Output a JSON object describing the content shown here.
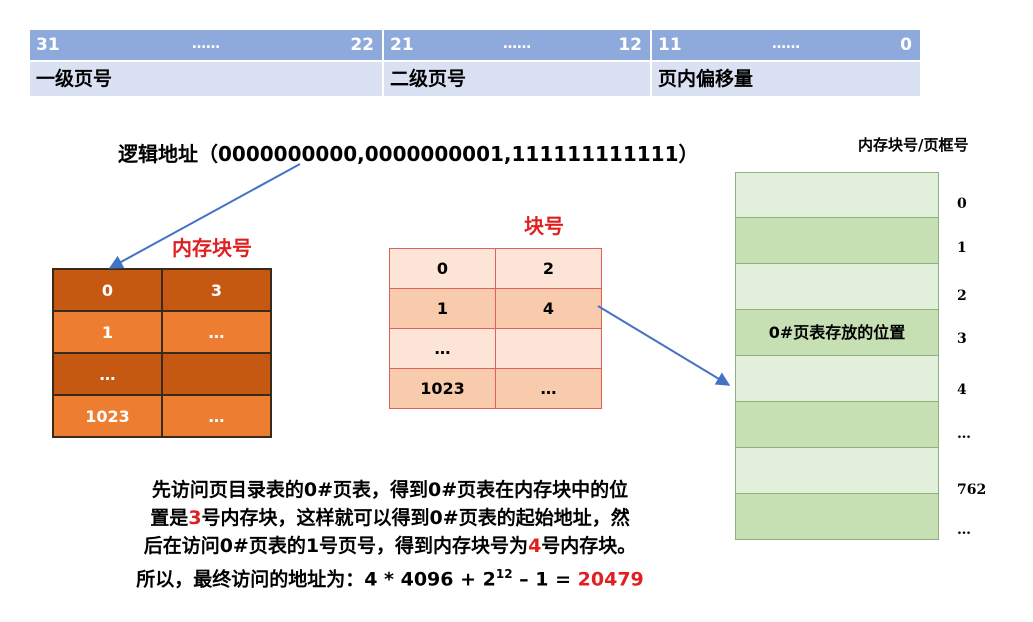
{
  "bit_fields": [
    {
      "hi": "31",
      "dots": "……",
      "lo": "22",
      "label": "一级页号"
    },
    {
      "hi": "21",
      "dots": "……",
      "lo": "12",
      "label": "二级页号"
    },
    {
      "hi": "11",
      "dots": "……",
      "lo": "0",
      "label": "页内偏移量"
    }
  ],
  "logical_address": "逻辑地址（0000000000,0000000001,111111111111）",
  "mem_header": "内存块号/页框号",
  "left_table": {
    "title": "内存块号",
    "rows": [
      [
        "0",
        "3"
      ],
      [
        "1",
        "…"
      ],
      [
        "…",
        ""
      ],
      [
        "1023",
        "…"
      ]
    ]
  },
  "middle_table": {
    "title": "块号",
    "rows": [
      [
        "0",
        "2"
      ],
      [
        "1",
        "4"
      ],
      [
        "…",
        ""
      ],
      [
        "1023",
        "…"
      ]
    ]
  },
  "memory": {
    "cells": [
      "",
      "",
      "",
      "0#页表存放的位置",
      "",
      "",
      "",
      ""
    ],
    "indices": [
      "0",
      "1",
      "2",
      "3",
      "4",
      "…",
      "762",
      "…"
    ]
  },
  "explain": {
    "l1": "先访问页目录表的0#页表，得到0#页表在内存块中的位",
    "l2a": "置是",
    "l2num": "3",
    "l2b": "号内存块，这样就可以得到0#页表的起始地址，然",
    "l3a": "后在访问0#页表的1号页号，得到内存块号为",
    "l3num": "4",
    "l3b": "号内存块。",
    "l4a": "所以，最终访问的地址为：4 * 4096 + 2",
    "l4sup": "12",
    "l4b": " – 1 = ",
    "l4result": "20479"
  },
  "colors": {
    "accent_red": "#e02020",
    "arrow": "#4472c4"
  }
}
